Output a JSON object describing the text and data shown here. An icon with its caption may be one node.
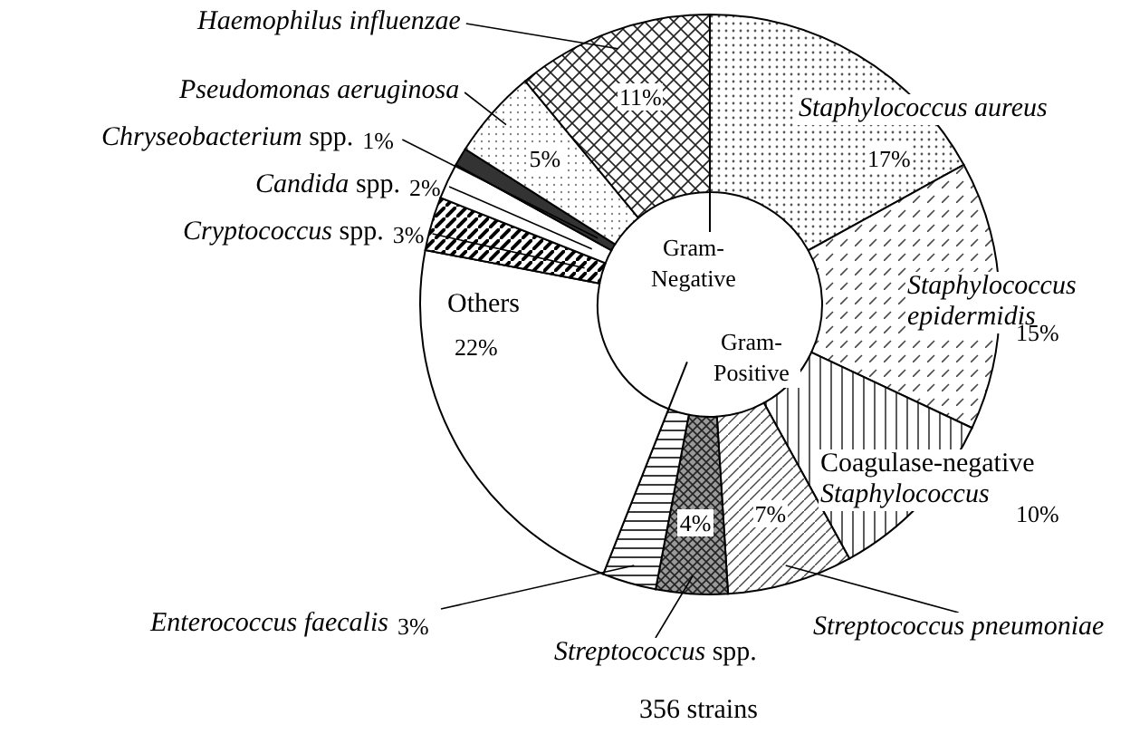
{
  "diagram": {
    "caption": "356 strains",
    "labels": [
      "Gram-Negative",
      "Gram-Positive"
    ],
    "chart_data": {
      "type": "donut",
      "categories": [
        "*Staphylococcus aureus*",
        "*Staphylococcus epidermidis*",
        "Coagulase-negative *Staphylococcus*",
        "*Streptococcus pneumoniae*",
        "*Streptococcus* spp.",
        "*Enterococcus faecalis*",
        "Others",
        "*Cryptococcus* spp.",
        "*Candida* spp.",
        "*Chryseobacterium* spp.",
        "*Pseudomonas aeruginosa*",
        "*Haemophilus influenzae*"
      ],
      "values": [
        17,
        15,
        10,
        7,
        4,
        3,
        22,
        3,
        2,
        1,
        5,
        11
      ],
      "value_labels": [
        "17%",
        "15%",
        "10%",
        "7%",
        "4%",
        "3%",
        "22%",
        "3%",
        "2%",
        "1%",
        "5%",
        "11%"
      ]
    }
  }
}
